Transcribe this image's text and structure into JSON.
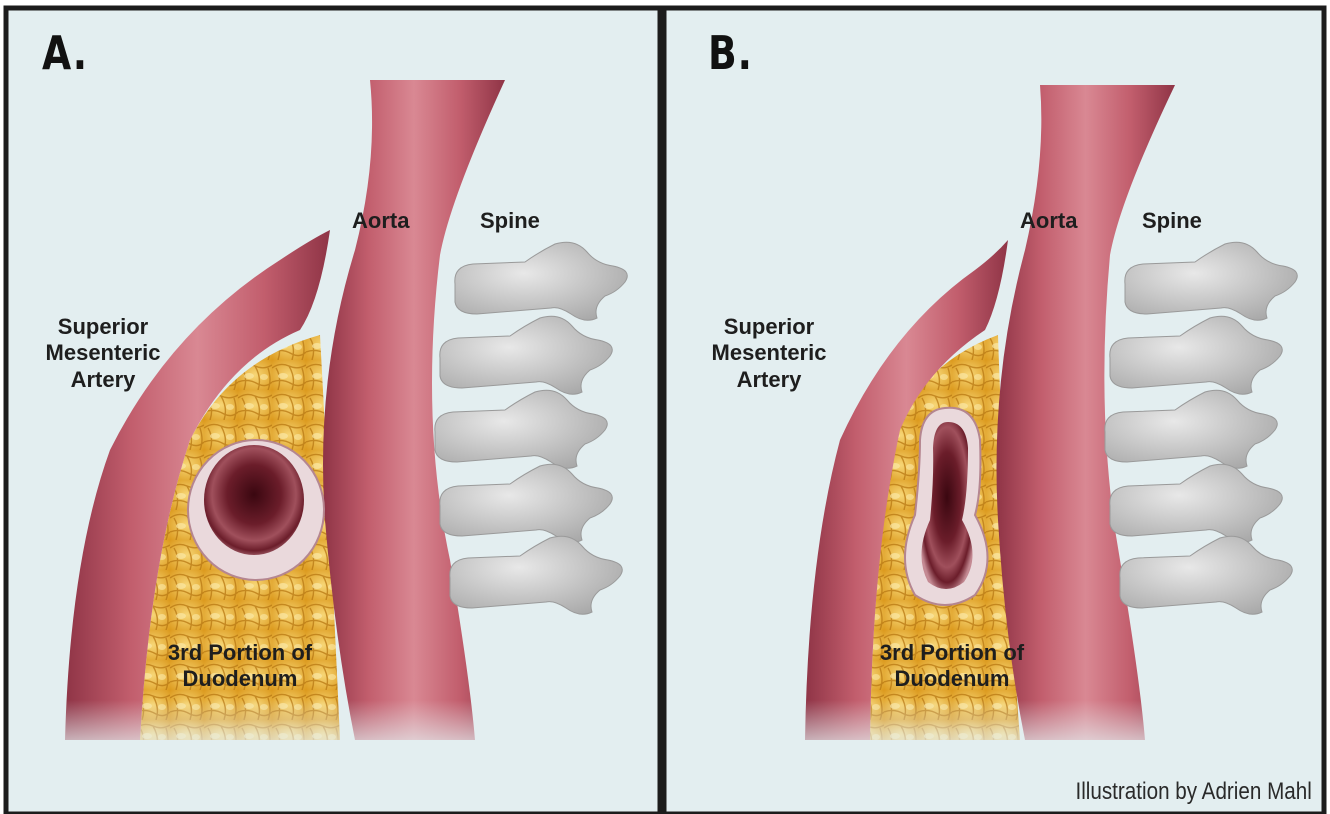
{
  "panels": [
    {
      "letter": "A.",
      "labels": {
        "aorta": "Aorta",
        "spine": "Spine",
        "sma_line1": "Superior",
        "sma_line2": "Mesenteric",
        "sma_line3": "Artery",
        "duodenum_line1": "3rd Portion of",
        "duodenum_line2": "Duodenum"
      }
    },
    {
      "letter": "B.",
      "labels": {
        "aorta": "Aorta",
        "spine": "Spine",
        "sma_line1": "Superior",
        "sma_line2": "Mesenteric",
        "sma_line3": "Artery",
        "duodenum_line1": "3rd Portion of",
        "duodenum_line2": "Duodenum"
      }
    }
  ],
  "credit": "Illustration by Adrien Mahl",
  "colors": {
    "background": "#e3eef0",
    "artery": "#c25e6d",
    "artery_dark": "#8f3446",
    "fat": "#e9ad2c",
    "fat_light": "#f7d676",
    "vertebra": "#c9c9c9",
    "duodenum_rim": "#ead9dc",
    "duodenum_lumen": "#5a1420",
    "border": "#1c1c1c"
  }
}
